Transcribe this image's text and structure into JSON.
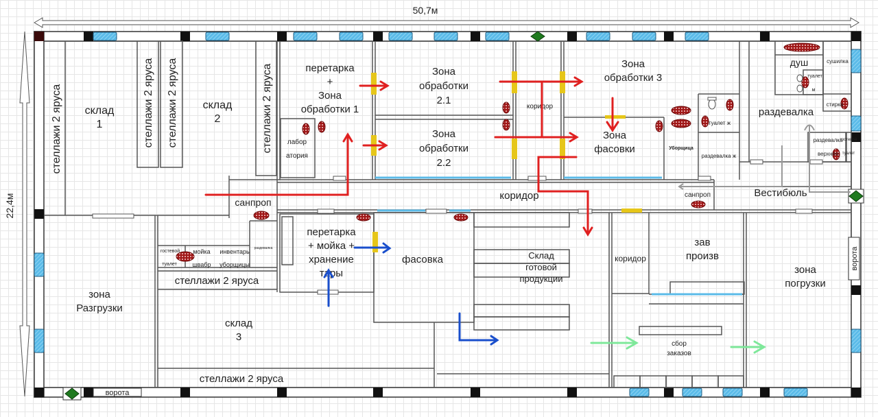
{
  "dimensions": {
    "width_label": "50,7м",
    "height_label": "22,4м"
  },
  "rooms": {
    "racks_1": "стеллажи 2 яруса",
    "sklad1": [
      "склад",
      "1"
    ],
    "racks_2a": "стеллажи 2 яруса",
    "racks_2b": "стеллажи 2 яруса",
    "sklad2": [
      "склад",
      "2"
    ],
    "racks_3": "стеллажи 2 яруса",
    "zone1": [
      "перетарка",
      "+",
      "Зона",
      "обработки 1"
    ],
    "lab": [
      "лабор",
      "атория"
    ],
    "zone21": [
      "Зона",
      "обработки",
      "2.1"
    ],
    "zone22": [
      "Зона",
      "обработки",
      "2.2"
    ],
    "corridor_small": "коридор",
    "zone3": [
      "Зона",
      "обработки 3"
    ],
    "packing_zone": [
      "Зона",
      "фасовки"
    ],
    "cleaner": "Уборщица",
    "toilet_f": "туалет ж",
    "changing_f": "раздевалка ж",
    "shower": "душ",
    "toilet_m": [
      "туалет",
      "м"
    ],
    "dryer": "сушилка",
    "laundry": "стирка",
    "changing": "раздевалка",
    "changing_outer": [
      "раздевалка",
      "верхняя"
    ],
    "guest_toilet_r": [
      "гостевой",
      "туалет"
    ],
    "lobby": "Вестибюль",
    "sanprop_right": "санпроп",
    "corridor_main": "коридор",
    "sanprop_left": "санпроп",
    "unloading": [
      "зона",
      "Разгрузки"
    ],
    "guest_toilet_l": [
      "гостевой",
      "туалет"
    ],
    "sink": [
      "мойка",
      "швабр"
    ],
    "inventory": [
      "инвентарь",
      "уборщицы"
    ],
    "changing_small": "раздевалка",
    "racks_4": "стеллажи 2 яруса",
    "sklad3": [
      "склад",
      "3"
    ],
    "racks_5": "стеллажи 2 яруса",
    "repack": [
      "перетарка",
      "+ мойка +",
      "хранение",
      "тары"
    ],
    "packing": "фасовка",
    "finished_goods": [
      "Склад",
      "готовой",
      "продукции"
    ],
    "corridor_right": "коридор",
    "manager": [
      "зав",
      "произв"
    ],
    "order_picking": [
      "сбор",
      "заказов"
    ],
    "loading": [
      "зона",
      "погрузки"
    ],
    "gate_bottom": "ворота",
    "gate_right": "ворота"
  },
  "legend_colors": {
    "flow_raw": "#e02020",
    "flow_packing": "#1a4fcc",
    "flow_orders": "#7ee89a",
    "door_yellow": "#e6c619",
    "window_blue": "#5bbbe8",
    "sink_red": "#a01818",
    "exit_green": "#1f7a1f"
  }
}
